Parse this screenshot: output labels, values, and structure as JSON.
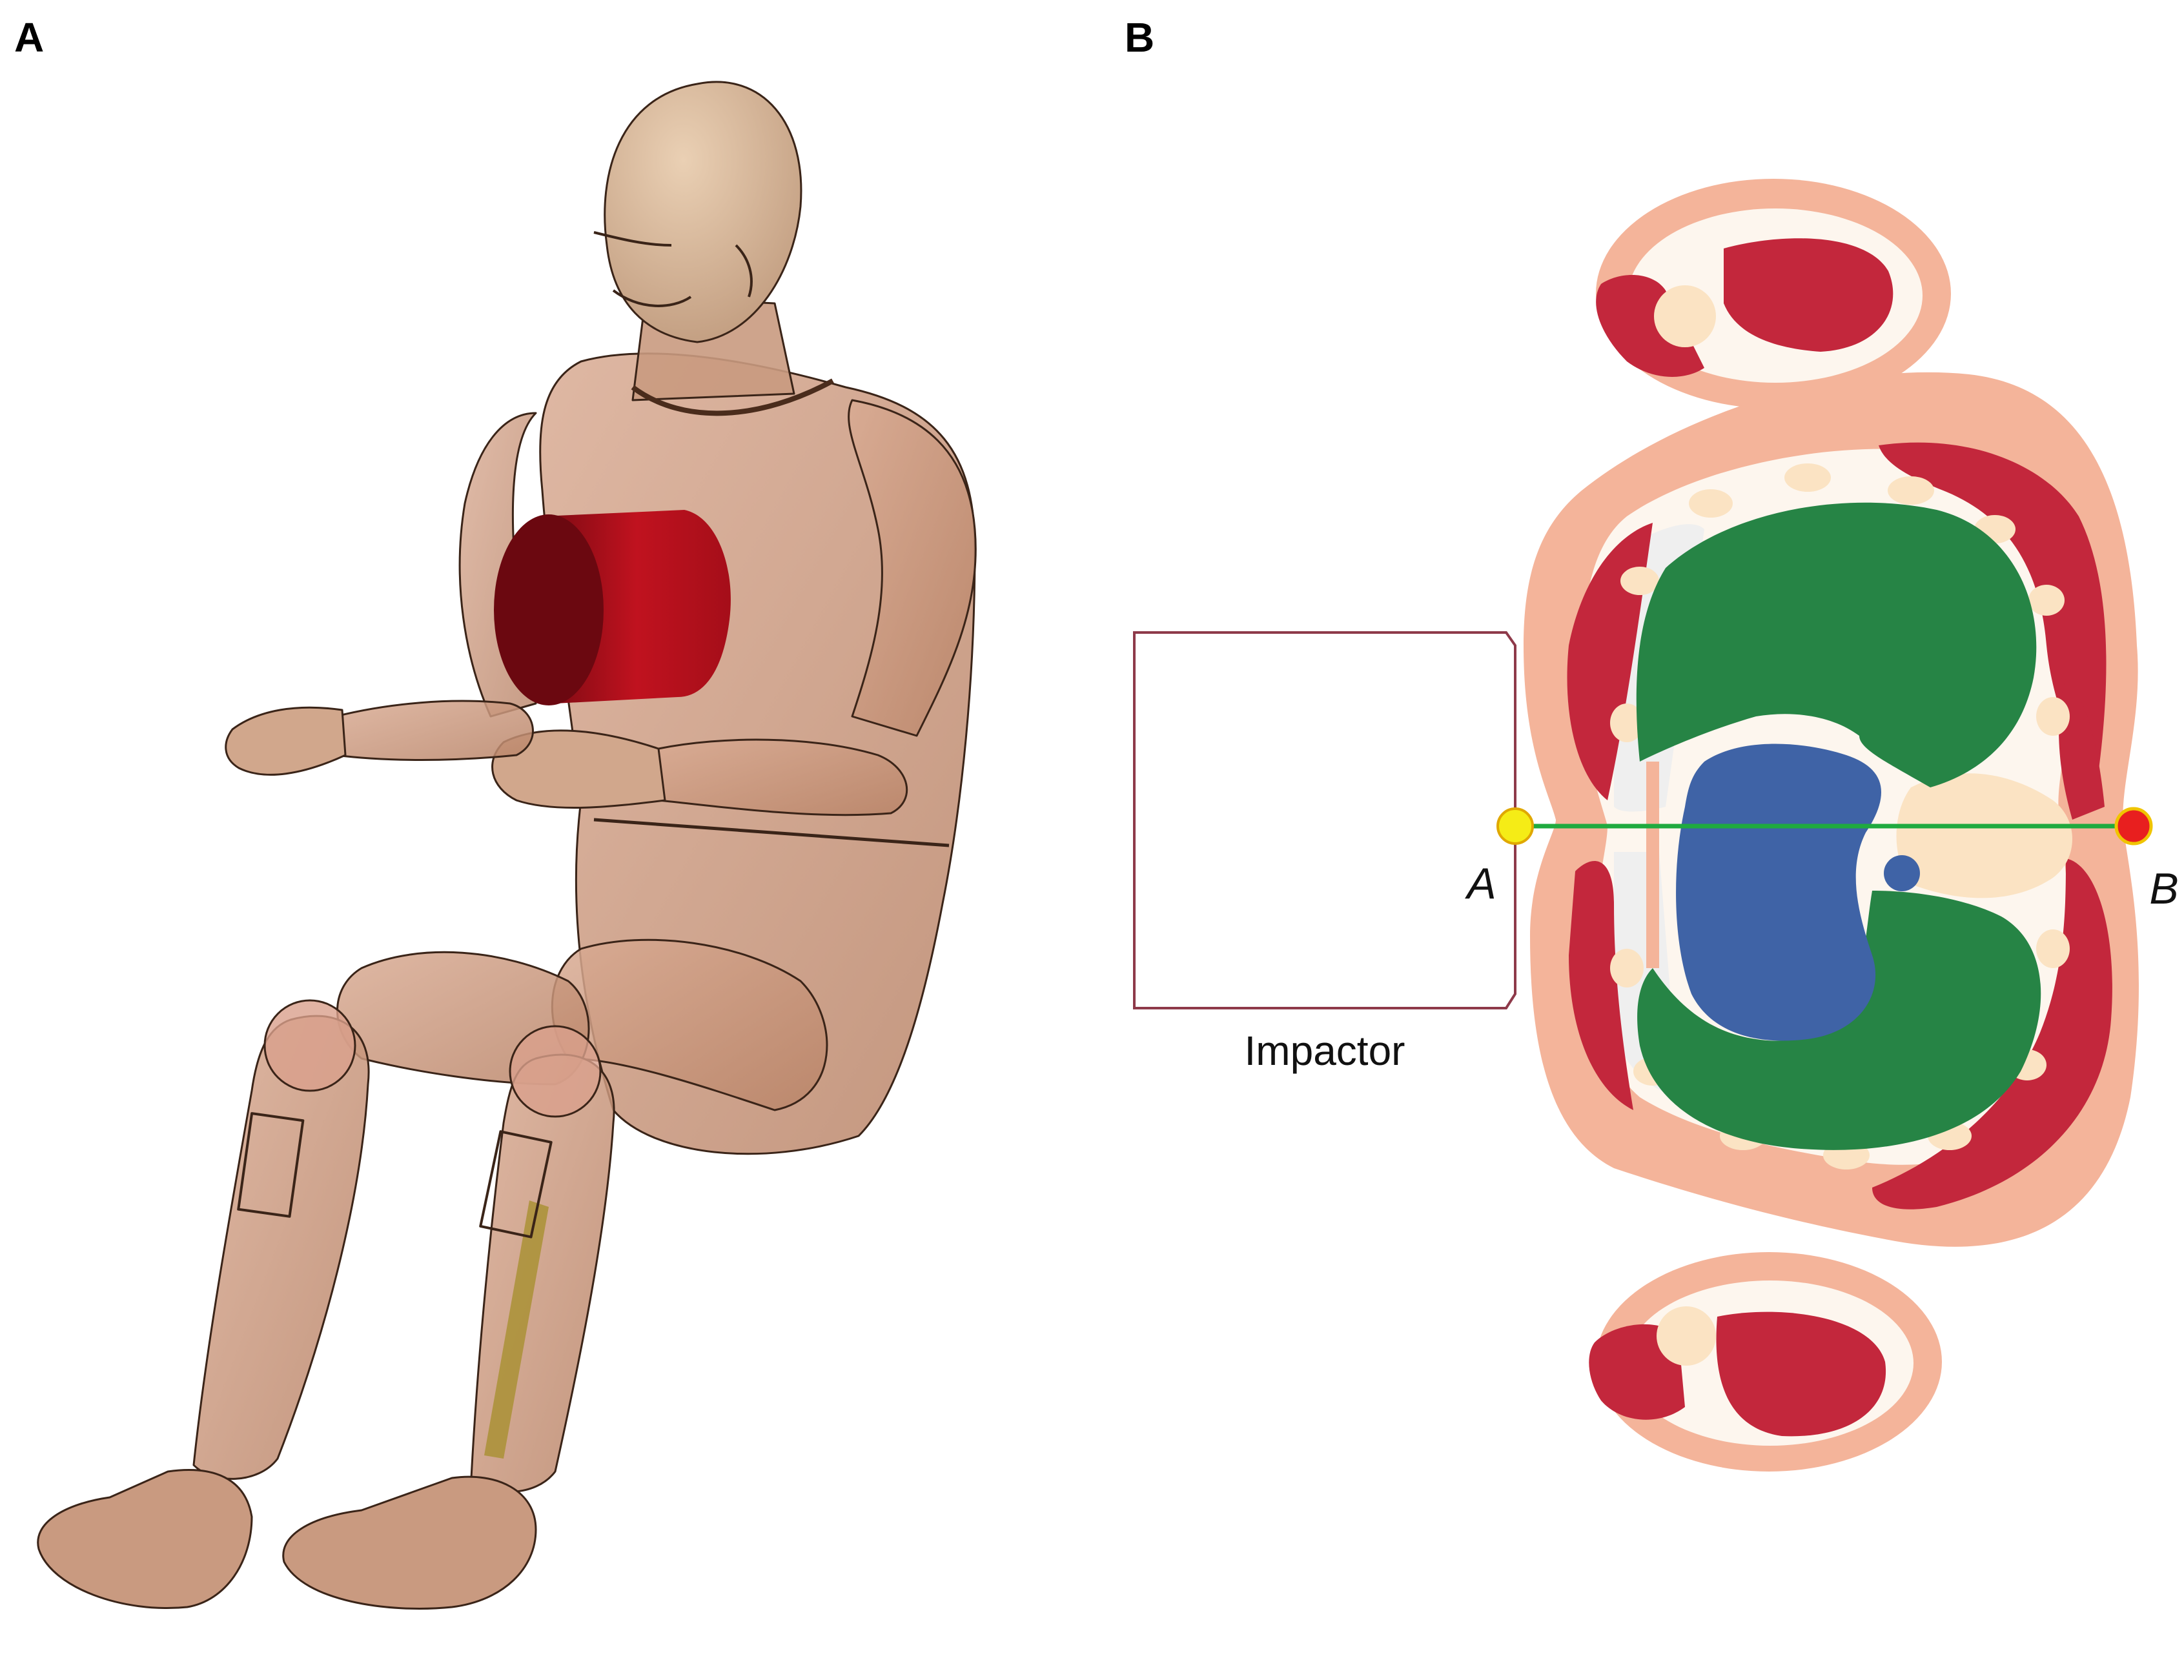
{
  "panels": {
    "a": {
      "label": "A"
    },
    "b": {
      "label": "B"
    }
  },
  "diagram": {
    "impactor_label": "Impactor",
    "point_a_label": "A",
    "point_b_label": "B"
  },
  "colors": {
    "skin": "#f4b49a",
    "muscle": "#c3273c",
    "lung": "#268445",
    "heart": "#3f63a6",
    "bone": "#fbe3c3",
    "tissue_gray": "#efefef",
    "impactor_cylinder": "#b3101c",
    "dummy_body": "#c9967e",
    "measure_line": "#1faa3f",
    "point_a": "#f5ec16",
    "point_b": "#e81f1f",
    "impactor_box": "#8e3a4a"
  }
}
